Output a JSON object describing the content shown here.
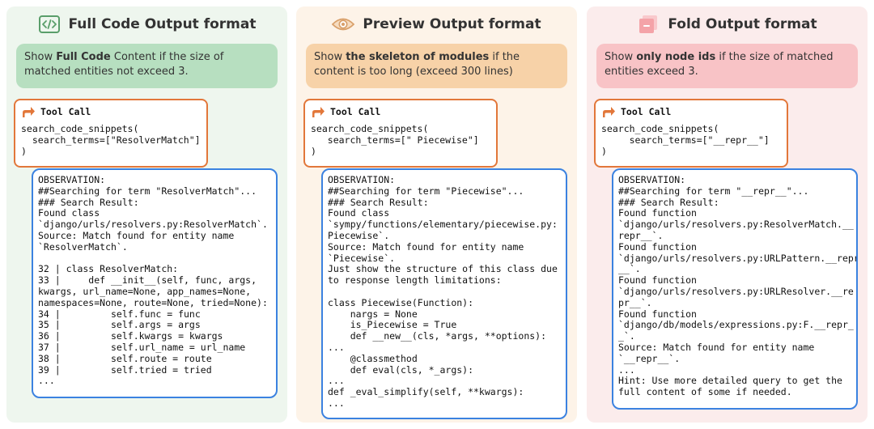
{
  "panels": [
    {
      "title": "Full Code Output format",
      "icon": "code-icon",
      "desc_pre": "Show ",
      "desc_bold": "Full Code",
      "desc_post": " Content if the size of matched entities not exceed 3.",
      "tool_call_label": "Tool Call",
      "tool_call_code": "search_code_snippets(\n  search_terms=[\"ResolverMatch\"]\n)",
      "observation": "OBSERVATION:\n##Searching for term \"ResolverMatch\"...\n### Search Result:\nFound class\n`django/urls/resolvers.py:ResolverMatch`.\nSource: Match found for entity name\n`ResolverMatch`.\n\n32 | class ResolverMatch:\n33 |     def __init__(self, func, args,\nkwargs, url_name=None, app_names=None,\nnamespaces=None, route=None, tried=None):\n34 |         self.func = func\n35 |         self.args = args\n36 |         self.kwargs = kwargs\n37 |         self.url_name = url_name\n38 |         self.route = route\n39 |         self.tried = tried\n..."
    },
    {
      "title": "Preview Output format",
      "icon": "eye-icon",
      "desc_pre": "Show ",
      "desc_bold": "the skeleton of modules",
      "desc_post": " if the content is too long (exceed 300 lines)",
      "tool_call_label": "Tool Call",
      "tool_call_code": "search_code_snippets(\n   search_terms=[\" Piecewise\"]\n)",
      "observation": "OBSERVATION:\n##Searching for term \"Piecewise\"...\n### Search Result:\nFound class\n`sympy/functions/elementary/piecewise.py:\nPiecewise`.\nSource: Match found for entity name\n`Piecewise`.\nJust show the structure of this class due\nto response length limitations:\n\nclass Piecewise(Function):\n    nargs = None\n    is_Piecewise = True\n    def __new__(cls, *args, **options):\n...\n    @classmethod\n    def eval(cls, *_args):\n...\ndef _eval_simplify(self, **kwargs):\n..."
    },
    {
      "title": "Fold Output format",
      "icon": "fold-icon",
      "desc_pre": "Show ",
      "desc_bold": "only node ids",
      "desc_post": " if the size of matched entities exceed 3.",
      "tool_call_label": "Tool Call",
      "tool_call_code": "search_code_snippets(\n     search_terms=[\"__repr__\"]\n)",
      "observation": "OBSERVATION:\n##Searching for term \"__repr__\"...\n### Search Result:\nFound function\n`django/urls/resolvers.py:ResolverMatch.__\nrepr__`.\nFound function\n`django/urls/resolvers.py:URLPattern.__repr\n__`.\nFound function\n`django/urls/resolvers.py:URLResolver.__re\npr__`.\nFound function\n`django/db/models/expressions.py:F.__repr_\n_`.\nSource: Match found for entity name\n`__repr__`.\n...\nHint: Use more detailed query to get the\nfull content of some if needed."
    }
  ],
  "colors": {
    "green_bg": "#eef6ee",
    "orange_bg": "#fdf3e8",
    "pink_bg": "#fbecec",
    "tool_border": "#e2773a",
    "obs_border": "#3b82e0"
  }
}
